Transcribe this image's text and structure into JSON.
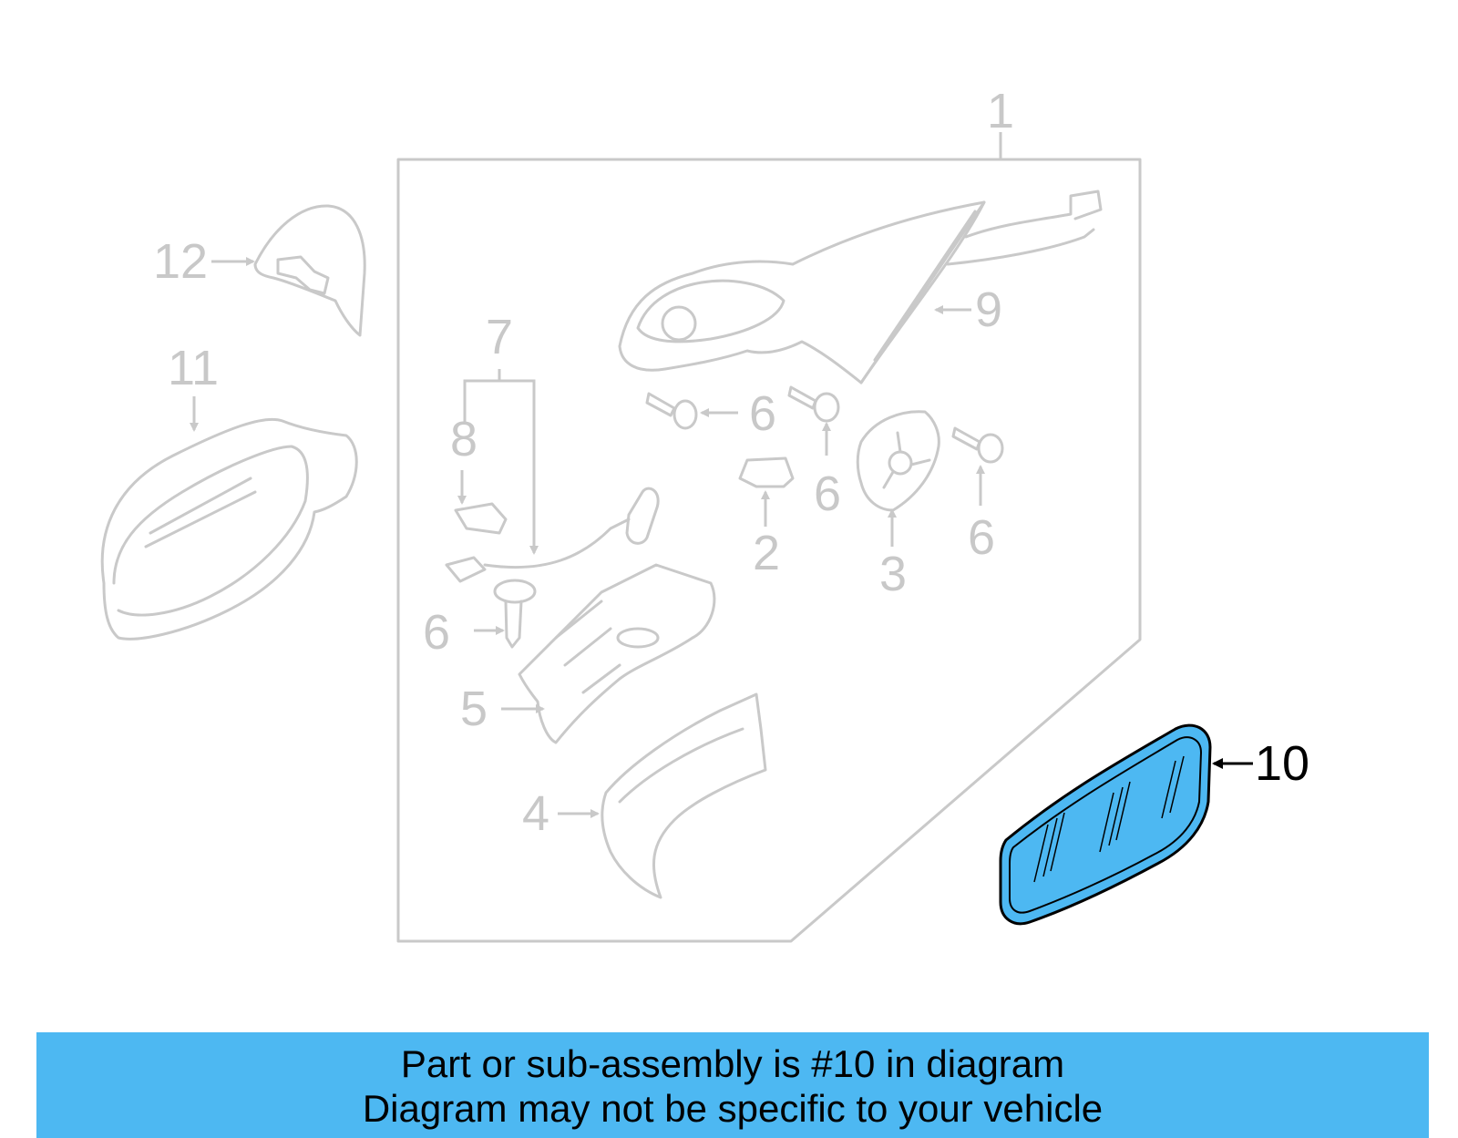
{
  "callouts": {
    "c1": "1",
    "c2": "2",
    "c3": "3",
    "c4": "4",
    "c5": "5",
    "c6a": "6",
    "c6b": "6",
    "c6c": "6",
    "c6d": "6",
    "c7": "7",
    "c8": "8",
    "c9": "9",
    "c10": "10",
    "c11": "11",
    "c12": "12"
  },
  "highlight_color": "#4db8f2",
  "banner": {
    "line1": "Part or sub-assembly is #10 in diagram",
    "line2": "Diagram may not be specific to your vehicle"
  }
}
